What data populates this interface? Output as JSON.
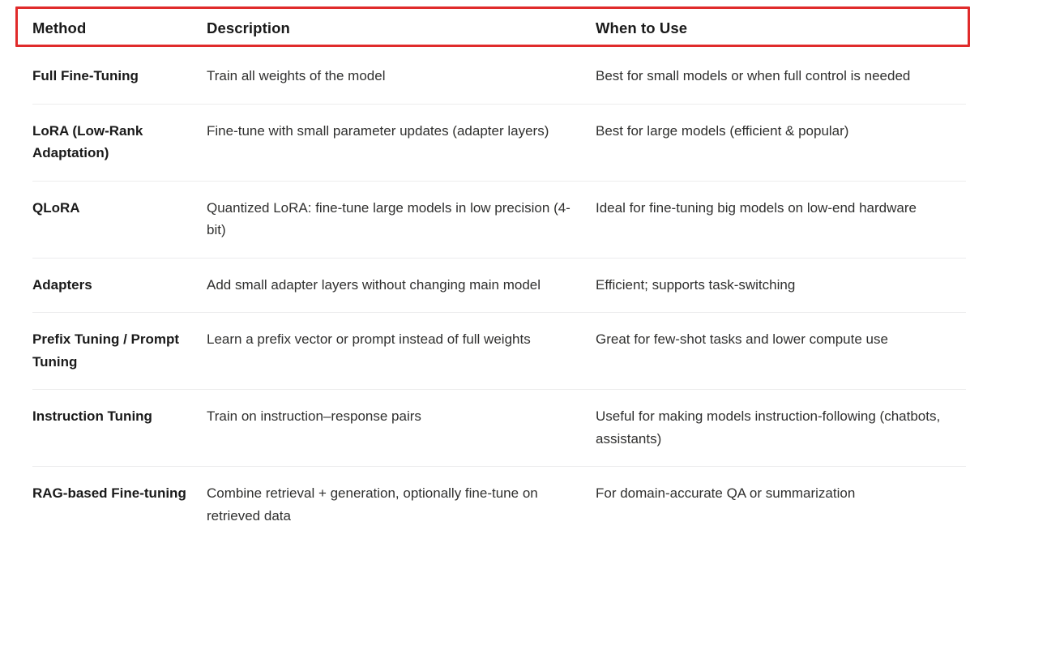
{
  "table": {
    "name": "fine-tuning-methods-comparison",
    "columns": [
      {
        "key": "method",
        "label": "Method"
      },
      {
        "key": "description",
        "label": "Description"
      },
      {
        "key": "when",
        "label": "When to Use"
      }
    ],
    "rows": [
      {
        "method": "Full Fine-Tuning",
        "description": "Train all weights of the model",
        "when": "Best for small models or when full control is needed"
      },
      {
        "method": "LoRA (Low-Rank Adaptation)",
        "description": "Fine-tune with small parameter updates (adapter layers)",
        "when": "Best for large models (efficient & popular)"
      },
      {
        "method": "QLoRA",
        "description": "Quantized LoRA: fine-tune large models in low precision (4-bit)",
        "when": "Ideal for fine-tuning big models on low-end hardware"
      },
      {
        "method": "Adapters",
        "description": "Add small adapter layers without changing main model",
        "when": "Efficient; supports task-switching"
      },
      {
        "method": "Prefix Tuning / Prompt Tuning",
        "description": "Learn a prefix vector or prompt instead of full weights",
        "when": "Great for few-shot tasks and lower compute use"
      },
      {
        "method": "Instruction Tuning",
        "description": "Train on instruction–response pairs",
        "when": "Useful for making models instruction-following (chatbots, assistants)"
      },
      {
        "method": "RAG-based Fine-tuning",
        "description": "Combine retrieval + generation, optionally fine-tune on retrieved data",
        "when": "For domain-accurate QA or summarization"
      }
    ]
  },
  "annotation": {
    "name": "header-row-highlight",
    "shape": "rectangle",
    "color": "#e02b2b",
    "target": "table header row"
  },
  "colors": {
    "background": "#ffffff",
    "heading_text": "#1a1a1a",
    "body_text": "#30302f",
    "row_divider": "#ececed",
    "highlight": "#e02b2b"
  }
}
